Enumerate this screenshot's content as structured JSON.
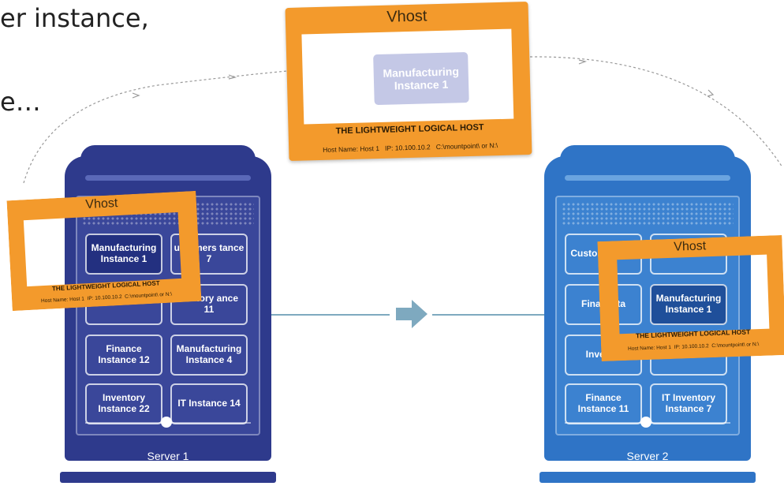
{
  "slide": {
    "line1": "er instance,",
    "line2": "e…"
  },
  "vhost": {
    "title": "Vhost",
    "caption": "THE LIGHTWEIGHT LOGICAL HOST",
    "host_name": "Host Name: Host 1",
    "ip": "IP: 10.100.10.2",
    "mount": "C:\\mountpoint\\ or N:\\",
    "instance": "Manufacturing Instance 1"
  },
  "server1": {
    "name": "Server 1",
    "subtitle": "(physical, virtual, or cloud)",
    "cells": [
      "Manufacturing Instance 1",
      "ustomers tance 7",
      "",
      "ventory ance 11",
      "Finance Instance 12",
      "Manufacturing Instance 4",
      "Inventory Instance 22",
      "IT Instance 14"
    ]
  },
  "server2": {
    "name": "Server 2",
    "subtitle": "(physical, virtual, or cloud)",
    "cells": [
      "Custom Instan",
      "IT Invent",
      "Fina Insta",
      "Manufacturing Instance 1",
      "Inve Ins",
      "",
      "Finance Instance 11",
      "IT Inventory Instance 7"
    ]
  },
  "colors": {
    "server1": "#2e3a8c",
    "server2": "#2f74c6",
    "vhost_frame": "#f39a2c",
    "connector": "#7ea9bf"
  }
}
